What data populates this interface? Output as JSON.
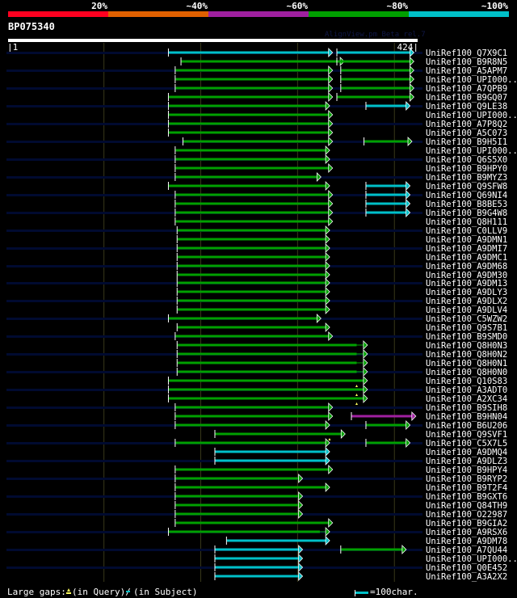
{
  "header": {
    "identity_scale": [
      {
        "label": "20%",
        "color": "#ff0020"
      },
      {
        "label": "~40%",
        "color": "#e06000"
      },
      {
        "label": "~60%",
        "color": "#a020a0"
      },
      {
        "label": "~80%",
        "color": "#00a000"
      },
      {
        "label": "~100%",
        "color": "#00c0c8"
      }
    ],
    "query_name": "BP075340",
    "watermark": "AlignView.pm Beta rel.7",
    "query_start_label": "|1",
    "query_end_label": "424|"
  },
  "chart_data": {
    "type": "alignment",
    "query_range": [
      1,
      424
    ],
    "gridlines": [
      100,
      200,
      300,
      400
    ],
    "colors": {
      "c": "#00c0c8",
      "g": "#00a000",
      "m": "#a020a0"
    },
    "rows": [
      {
        "label": "UniRef100_Q7X9C1",
        "segs": [
          [
            167,
            332,
            "c"
          ],
          [
            341,
            416,
            "c"
          ]
        ]
      },
      {
        "label": "UniRef100_B9R8N5",
        "segs": [
          [
            180,
            344,
            "g"
          ],
          [
            341,
            416,
            "g"
          ]
        ]
      },
      {
        "label": "UniRef100_A5APM7",
        "segs": [
          [
            174,
            332,
            "g"
          ],
          [
            345,
            416,
            "g"
          ]
        ]
      },
      {
        "label": "UniRef100_UPI000..",
        "segs": [
          [
            174,
            332,
            "g"
          ],
          [
            345,
            416,
            "g"
          ]
        ]
      },
      {
        "label": "UniRef100_A7QPB9",
        "segs": [
          [
            174,
            332,
            "g"
          ],
          [
            345,
            416,
            "g"
          ]
        ]
      },
      {
        "label": "UniRef100_B9GQ07",
        "segs": [
          [
            167,
            332,
            "g"
          ],
          [
            341,
            416,
            "g"
          ]
        ]
      },
      {
        "label": "UniRef100_Q9LE38",
        "segs": [
          [
            167,
            329,
            "g"
          ],
          [
            371,
            412,
            "c"
          ]
        ]
      },
      {
        "label": "UniRef100_UPI000..",
        "segs": [
          [
            167,
            332,
            "g"
          ]
        ]
      },
      {
        "label": "UniRef100_A7P8Q2",
        "segs": [
          [
            167,
            332,
            "g"
          ]
        ]
      },
      {
        "label": "UniRef100_A5C073",
        "segs": [
          [
            167,
            332,
            "g"
          ]
        ]
      },
      {
        "label": "UniRef100_B9H5I1",
        "segs": [
          [
            182,
            332,
            "g"
          ],
          [
            369,
            414,
            "g"
          ]
        ]
      },
      {
        "label": "UniRef100_UPI000..",
        "segs": [
          [
            174,
            329,
            "g"
          ]
        ]
      },
      {
        "label": "UniRef100_Q6S5X0",
        "segs": [
          [
            174,
            329,
            "g"
          ]
        ]
      },
      {
        "label": "UniRef100_B9HPY0",
        "segs": [
          [
            174,
            332,
            "g"
          ]
        ]
      },
      {
        "label": "UniRef100_B9MYZ3",
        "segs": [
          [
            174,
            320,
            "g"
          ]
        ]
      },
      {
        "label": "UniRef100_Q9SFW8",
        "segs": [
          [
            167,
            329,
            "g"
          ],
          [
            371,
            412,
            "c"
          ]
        ]
      },
      {
        "label": "UniRef100_Q69NI4",
        "segs": [
          [
            174,
            332,
            "g"
          ],
          [
            371,
            412,
            "c"
          ]
        ]
      },
      {
        "label": "UniRef100_B8BE53",
        "segs": [
          [
            174,
            332,
            "g"
          ],
          [
            371,
            412,
            "c"
          ]
        ]
      },
      {
        "label": "UniRef100_B9G4W8",
        "segs": [
          [
            174,
            332,
            "g"
          ],
          [
            371,
            412,
            "c"
          ]
        ]
      },
      {
        "label": "UniRef100_Q8H111",
        "segs": [
          [
            174,
            332,
            "g"
          ]
        ]
      },
      {
        "label": "UniRef100_C0LLV9",
        "segs": [
          [
            176,
            329,
            "g"
          ]
        ]
      },
      {
        "label": "UniRef100_A9DMN1",
        "segs": [
          [
            176,
            329,
            "g"
          ]
        ]
      },
      {
        "label": "UniRef100_A9DMI7",
        "segs": [
          [
            176,
            329,
            "g"
          ]
        ]
      },
      {
        "label": "UniRef100_A9DMC1",
        "segs": [
          [
            176,
            329,
            "g"
          ]
        ]
      },
      {
        "label": "UniRef100_A9DM68",
        "segs": [
          [
            176,
            329,
            "g"
          ]
        ]
      },
      {
        "label": "UniRef100_A9DM30",
        "segs": [
          [
            176,
            329,
            "g"
          ]
        ]
      },
      {
        "label": "UniRef100_A9DM13",
        "segs": [
          [
            176,
            329,
            "g"
          ]
        ]
      },
      {
        "label": "UniRef100_A9DLY3",
        "segs": [
          [
            176,
            329,
            "g"
          ]
        ]
      },
      {
        "label": "UniRef100_A9DLX2",
        "segs": [
          [
            176,
            329,
            "g"
          ]
        ]
      },
      {
        "label": "UniRef100_A9DLV4",
        "segs": [
          [
            176,
            329,
            "g"
          ]
        ]
      },
      {
        "label": "UniRef100_C5WZW2",
        "segs": [
          [
            167,
            320,
            "g"
          ]
        ]
      },
      {
        "label": "UniRef100_Q9S7B1",
        "segs": [
          [
            176,
            329,
            "g"
          ]
        ]
      },
      {
        "label": "UniRef100_B9SMD0",
        "segs": [
          [
            174,
            332,
            "g"
          ]
        ]
      },
      {
        "label": "UniRef100_Q8H0N3",
        "segs": [
          [
            176,
            368,
            "g",
            361
          ]
        ]
      },
      {
        "label": "UniRef100_Q8H0N2",
        "segs": [
          [
            176,
            368,
            "g",
            361
          ]
        ]
      },
      {
        "label": "UniRef100_Q8H0N1",
        "segs": [
          [
            176,
            368,
            "g",
            361
          ]
        ]
      },
      {
        "label": "UniRef100_Q8H0N0",
        "segs": [
          [
            176,
            368,
            "g",
            361
          ]
        ]
      },
      {
        "label": "UniRef100_Q10S83",
        "segs": [
          [
            167,
            368,
            "g"
          ]
        ],
        "gaps": [
          361
        ]
      },
      {
        "label": "UniRef100_A3ADT0",
        "segs": [
          [
            167,
            368,
            "g"
          ]
        ],
        "gaps": [
          361
        ]
      },
      {
        "label": "UniRef100_A2XC34",
        "segs": [
          [
            167,
            368,
            "g"
          ]
        ],
        "gaps": [
          361
        ]
      },
      {
        "label": "UniRef100_B9SIH8",
        "segs": [
          [
            174,
            332,
            "g"
          ]
        ]
      },
      {
        "label": "UniRef100_B9HN04",
        "segs": [
          [
            174,
            332,
            "g"
          ],
          [
            356,
            418,
            "m"
          ]
        ]
      },
      {
        "label": "UniRef100_B6U206",
        "segs": [
          [
            174,
            329,
            "g"
          ],
          [
            371,
            412,
            "g"
          ]
        ]
      },
      {
        "label": "UniRef100_Q9SVF1",
        "segs": [
          [
            215,
            345,
            "g"
          ]
        ],
        "gaps": [
          333
        ]
      },
      {
        "label": "UniRef100_C5X7L5",
        "segs": [
          [
            174,
            329,
            "g"
          ],
          [
            371,
            412,
            "g"
          ]
        ]
      },
      {
        "label": "UniRef100_A9DMQ4",
        "segs": [
          [
            215,
            329,
            "c"
          ]
        ]
      },
      {
        "label": "UniRef100_A9DLZ3",
        "segs": [
          [
            215,
            329,
            "c"
          ]
        ]
      },
      {
        "label": "UniRef100_B9HPY4",
        "segs": [
          [
            174,
            332,
            "g"
          ]
        ]
      },
      {
        "label": "UniRef100_B9RYP2",
        "segs": [
          [
            174,
            301,
            "g"
          ]
        ]
      },
      {
        "label": "UniRef100_B9T2F4",
        "segs": [
          [
            174,
            329,
            "g"
          ]
        ]
      },
      {
        "label": "UniRef100_B9GXT6",
        "segs": [
          [
            174,
            301,
            "g"
          ]
        ]
      },
      {
        "label": "UniRef100_Q84TH9",
        "segs": [
          [
            174,
            301,
            "g"
          ]
        ]
      },
      {
        "label": "UniRef100_O22987",
        "segs": [
          [
            174,
            301,
            "g"
          ]
        ]
      },
      {
        "label": "UniRef100_B9GIA2",
        "segs": [
          [
            174,
            332,
            "g"
          ]
        ]
      },
      {
        "label": "UniRef100_A9RSX6",
        "segs": [
          [
            167,
            329,
            "g",
            323
          ]
        ]
      },
      {
        "label": "UniRef100_A9DM78",
        "segs": [
          [
            227,
            329,
            "c"
          ]
        ]
      },
      {
        "label": "UniRef100_A7QU44",
        "segs": [
          [
            215,
            301,
            "c"
          ],
          [
            345,
            408,
            "g"
          ]
        ]
      },
      {
        "label": "UniRef100_UPI000..",
        "segs": [
          [
            215,
            301,
            "c"
          ]
        ]
      },
      {
        "label": "UniRef100_Q0E452",
        "segs": [
          [
            215,
            301,
            "c"
          ]
        ]
      },
      {
        "label": "UniRef100_A3A2X2",
        "segs": [
          [
            215,
            301,
            "c"
          ]
        ]
      }
    ]
  },
  "legend": {
    "large_gaps_label": "Large gaps:",
    "in_query_label": "(in Query)/",
    "in_subject_label": "(in Subject)",
    "scale_label": "=100char."
  }
}
